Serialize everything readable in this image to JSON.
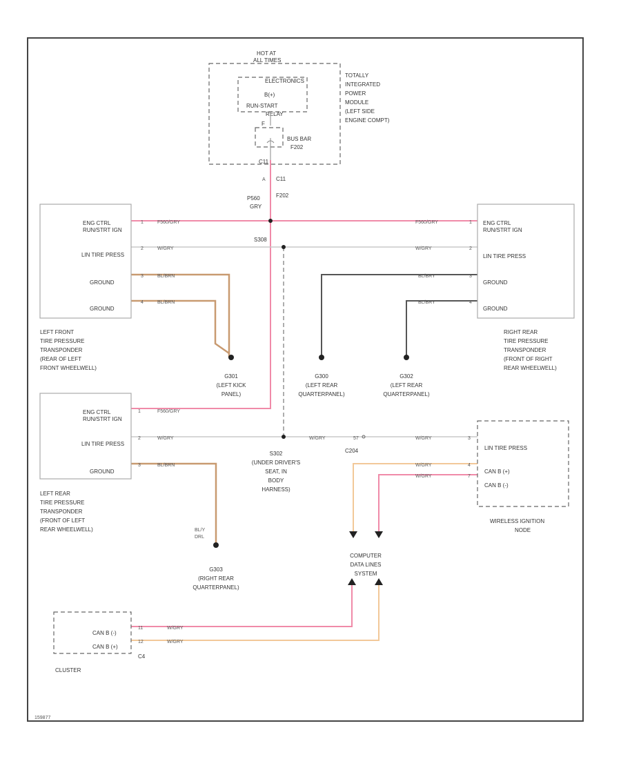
{
  "colors": {
    "pink": "#f08aa8",
    "gray": "#c8c8c8",
    "dark": "#555555",
    "tan": "#c89a70",
    "tan_light": "#f2c898"
  },
  "tipm": {
    "hot_label": "HOT AT",
    "hot_label2": "ALL TIMES",
    "sub_title": "ELECTRONICS",
    "bplus": "B(+)",
    "runstart": "RUN-START",
    "relay": "RELAY",
    "fuse_id": "F",
    "busbar": "BUS BAR",
    "fuse": "F202",
    "pin": "C11",
    "desc": [
      "TOTALLY",
      "INTEGRATED",
      "POWER",
      "MODULE",
      "(LEFT SIDE",
      "ENGINE COMPT)"
    ]
  },
  "power_feed": {
    "circuit": "C11",
    "fuse": "F202",
    "wire_size": "P560",
    "wire_color": "GRY"
  },
  "splices": {
    "s308": "S308",
    "s302": "S302",
    "s302_desc": [
      "(UNDER DRIVER'S",
      "SEAT, IN",
      "BODY",
      "HARNESS)"
    ],
    "c204": "C204"
  },
  "lf": {
    "rows": [
      "ENG CTRL RUN/STRT IGN",
      "LIN TIRE PRESS",
      "GROUND",
      "GROUND"
    ],
    "pins": [
      "1",
      "2",
      "3",
      "4"
    ],
    "wires": [
      "F560/GRY",
      "W/GRY",
      "BL/BRN",
      "BL/BRN"
    ],
    "desc": [
      "LEFT FRONT",
      "TIRE PRESSURE",
      "TRANSPONDER",
      "(REAR OF LEFT",
      "FRONT WHEELWELL)"
    ]
  },
  "rr": {
    "rows": [
      "ENG CTRL RUN/STRT IGN",
      "LIN TIRE PRESS",
      "GROUND",
      "GROUND"
    ],
    "pins": [
      "1",
      "2",
      "3",
      "4"
    ],
    "wires": [
      "F560/GRY",
      "W/GRY",
      "BL/BRY",
      "BL/BRY"
    ],
    "desc": [
      "RIGHT REAR",
      "TIRE PRESSURE",
      "TRANSPONDER",
      "(FRONT OF RIGHT",
      "REAR WHEELWELL)"
    ]
  },
  "lr": {
    "rows": [
      "ENG CTRL RUN/STRT IGN",
      "LIN TIRE PRESS",
      "GROUND"
    ],
    "pins": [
      "1",
      "2",
      "3"
    ],
    "wires": [
      "F560/GRY",
      "W/GRY",
      "BL/BRN"
    ],
    "desc": [
      "LEFT REAR",
      "TIRE PRESSURE",
      "TRANSPONDER",
      "(FRONT OF LEFT",
      "REAR WHEELWELL)"
    ]
  },
  "grounds": {
    "g1": [
      "G301",
      "(LEFT KICK",
      "PANEL)"
    ],
    "g2": [
      "G300",
      "(LEFT REAR",
      "QUARTERPANEL)"
    ],
    "g3": [
      "G302",
      "(LEFT REAR",
      "QUARTERPANEL)"
    ],
    "g4": [
      "G303",
      "(RIGHT REAR",
      "QUARTERPANEL)"
    ],
    "g4_wire": [
      "BL/Y",
      "DRL"
    ]
  },
  "win": {
    "rows": [
      "LIN TIRE PRESS",
      "CAN B (+)",
      "CAN B (-)"
    ],
    "pins": [
      "3",
      "4",
      "7"
    ],
    "wires": [
      "W/GRY",
      "W/GRY",
      "W/GRY",
      "W/GRY"
    ],
    "c204_pin": "57",
    "desc": [
      "WIRELESS IGNITION",
      "NODE"
    ]
  },
  "cds": {
    "label": [
      "COMPUTER",
      "DATA LINES",
      "SYSTEM"
    ]
  },
  "cluster": {
    "rows": [
      "CAN B (-)",
      "CAN B (+)"
    ],
    "pins": [
      "11",
      "12"
    ],
    "conn": "C4",
    "wires": [
      "W/GRY",
      "W/GRY"
    ],
    "name": "CLUSTER"
  },
  "footer": "159877"
}
